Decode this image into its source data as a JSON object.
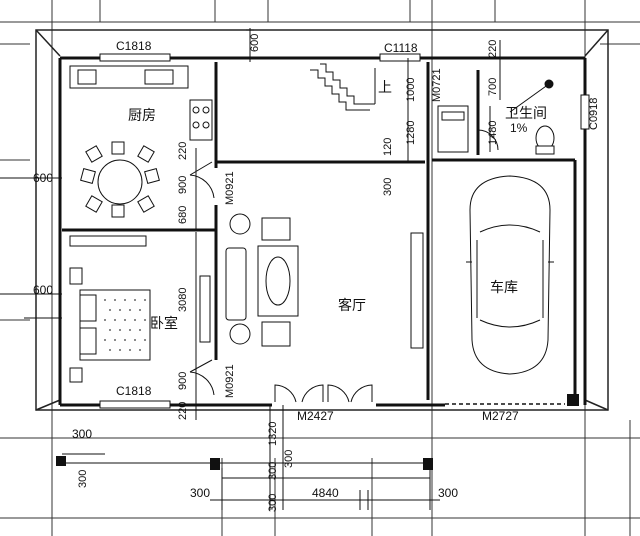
{
  "rooms": {
    "kitchen": "厨房",
    "living": "客厅",
    "bedroom": "卧室",
    "garage": "车库",
    "bath": "卫生间",
    "stair_up": "上"
  },
  "openings": {
    "window_kitchen": "C1818",
    "window_top": "C1118",
    "window_bedroom": "C1818",
    "window_bath": "C0918",
    "door_kitchen": "M0921",
    "door_bedroom": "M0921",
    "door_bath": "M0721",
    "door_main": "M2427",
    "door_garage": "M2727"
  },
  "dimensions": {
    "top_600": "600",
    "left_600_a": "600",
    "left_600_b": "600",
    "d_220_top": "220",
    "d_700": "700",
    "d_1000": "1000",
    "d_1280": "1280",
    "d_120": "120",
    "d_1480": "1480",
    "d_220_kitchen": "220",
    "d_900_kitchen": "900",
    "d_680": "680",
    "d_3080": "3080",
    "d_900_bed": "900",
    "d_220_bed": "220",
    "d_300_mid": "300",
    "d_1320": "1320",
    "d_300_v1": "300",
    "d_300_v2": "300",
    "d_300_corner": "300",
    "d_300_left": "300",
    "d_300_bottom_a": "300",
    "d_300_bottom_b": "300",
    "d_300_bottom_c": "300",
    "d_4840": "4840"
  },
  "misc": {
    "slope": "1%"
  }
}
